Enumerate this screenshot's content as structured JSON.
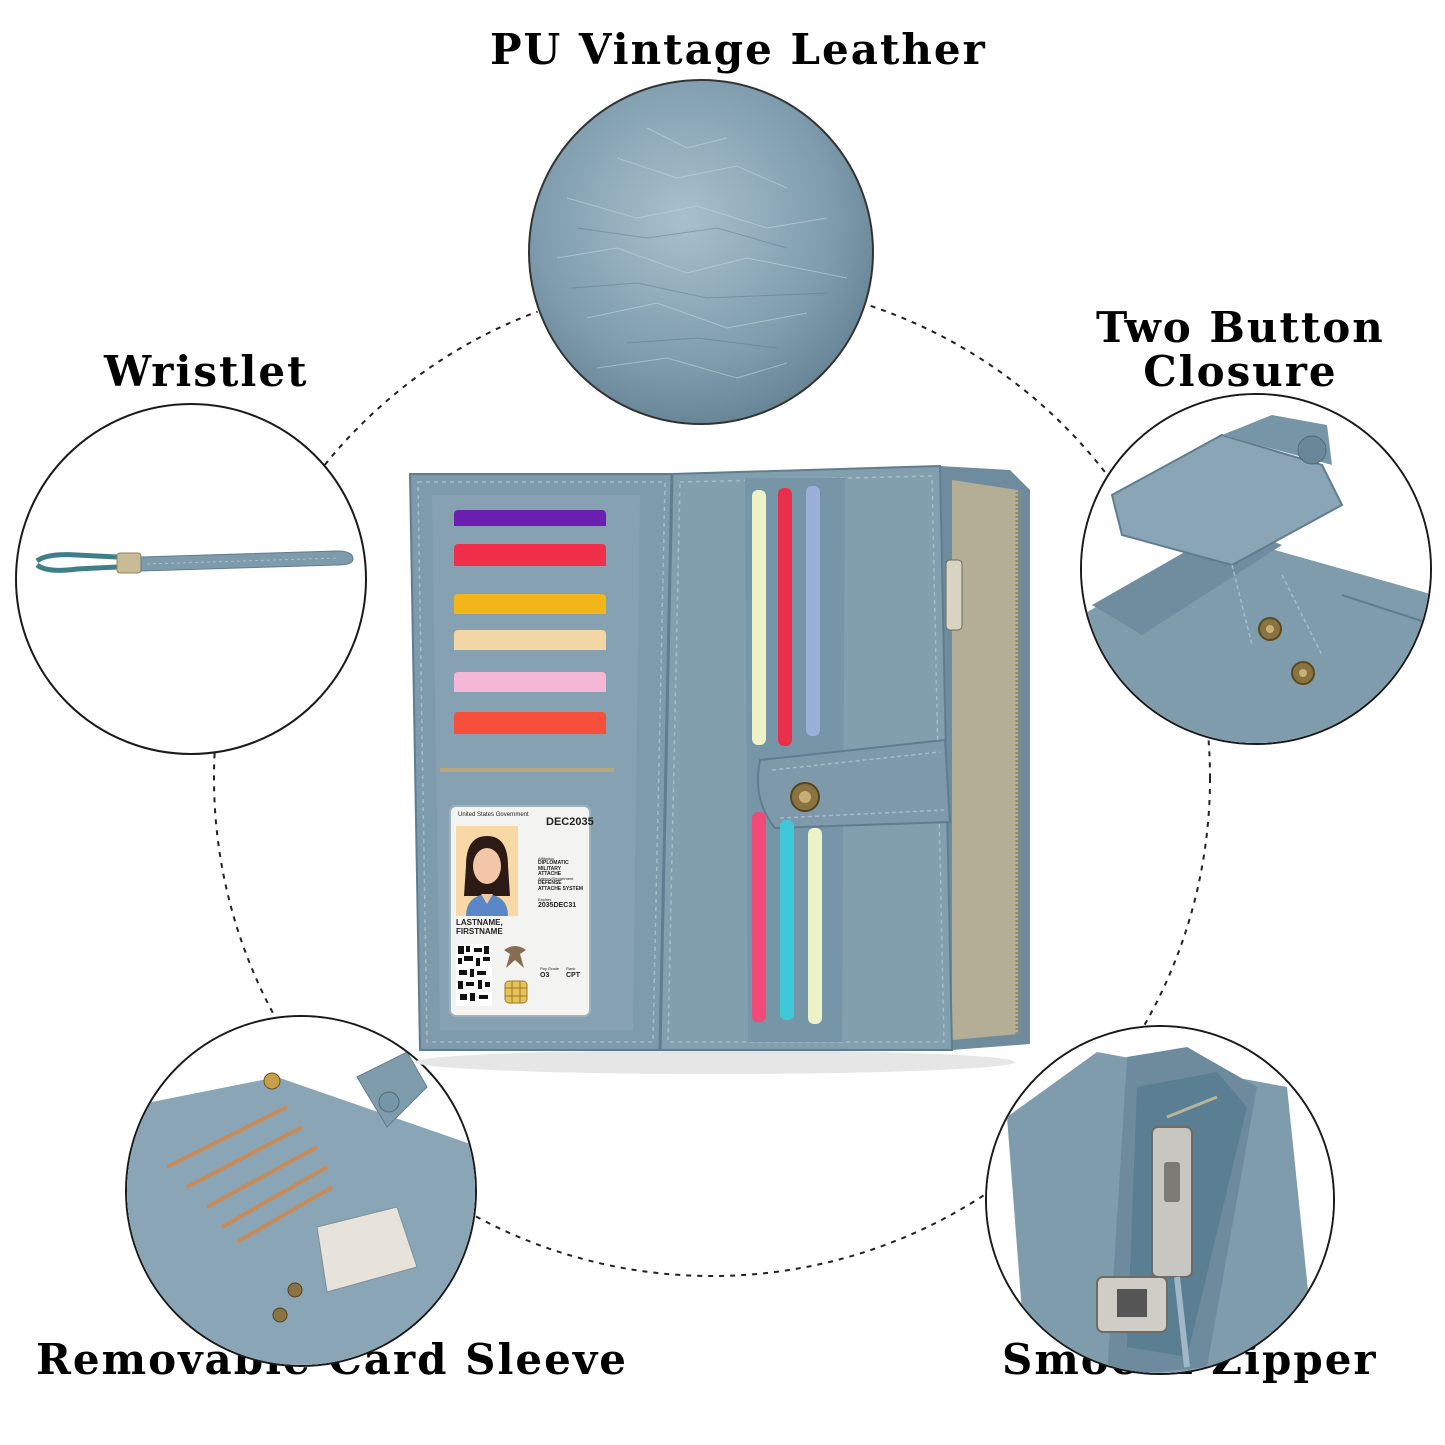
{
  "labels": {
    "top": "PU Vintage Leather",
    "left": "Wristlet",
    "right_line1": "Two Button",
    "right_line2": "Closure",
    "bottom_left": "Removable Card Sleeve",
    "bottom_right": "Smooth Zipper"
  },
  "id_card": {
    "issuer": "United States Government",
    "expiry_code": "DEC2035",
    "affiliation_label": "Affiliation",
    "affiliation": "DIPLOMATIC MILITARY ATTACHE",
    "agency_label": "Agency/Department",
    "agency": "DEFENSE ATTACHE SYSTEM",
    "expires_label": "Expires",
    "expires": "2035DEC31",
    "name_line1": "LASTNAME,",
    "name_line2": "FIRSTNAME",
    "pay_grade_label": "Pay Grade",
    "pay_grade": "O3",
    "rank_label": "Rank",
    "rank": "CPT"
  },
  "colors": {
    "leather": "#7e9bab",
    "leather_dark": "#5f7d8e",
    "leather_light": "#a3bcc9",
    "lining": "#b9b49a",
    "snap": "#8a7340",
    "card_colors": [
      "#6a1fb0",
      "#f0304a",
      "#f2b51a",
      "#f3d6a6",
      "#f4b8d6",
      "#f6503c"
    ],
    "slot_stripes_top": [
      "#eef2c8",
      "#e8304c",
      "#9ab0d8"
    ],
    "slot_stripes_bottom": [
      "#f24a78",
      "#3fc8d8",
      "#eef2c8"
    ]
  }
}
